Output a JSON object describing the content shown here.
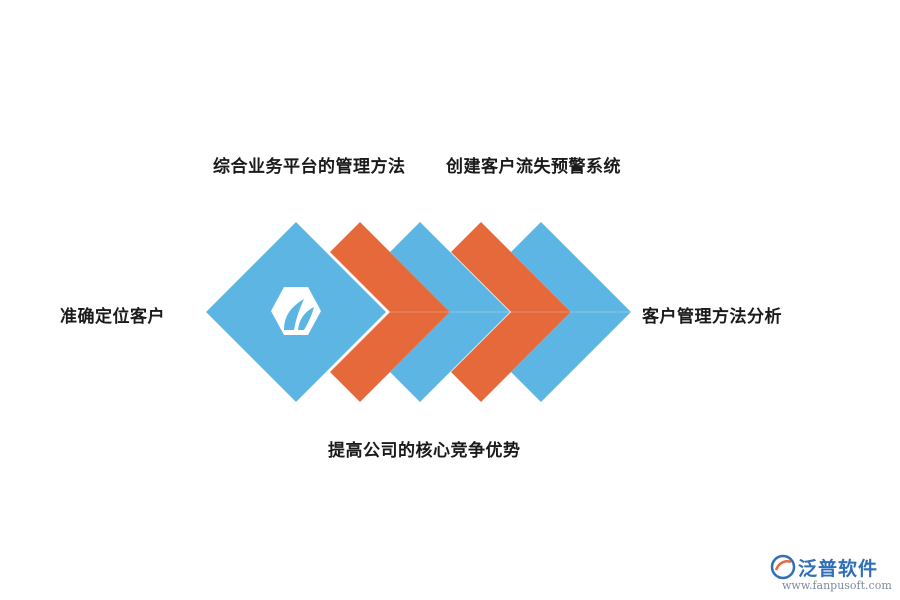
{
  "labels": {
    "top_left": "综合业务平台的管理方法",
    "top_right": "创建客户流失预警系统",
    "left": "准确定位客户",
    "right": "客户管理方法分析",
    "bottom": "提高公司的核心竞争优势"
  },
  "colors": {
    "blue": "#5db5e3",
    "orange": "#e5693a",
    "logo_fill": "#ffffff"
  },
  "icons": {
    "center": "company-logo-icon",
    "brand": "fanpu-logo-icon"
  },
  "brand": {
    "name": "泛普软件",
    "url": "www.fanpusoft.com"
  }
}
